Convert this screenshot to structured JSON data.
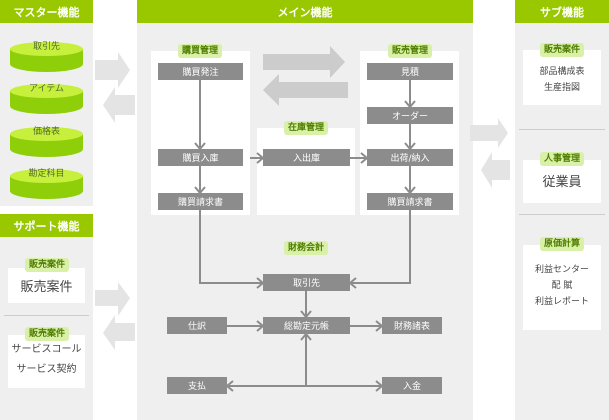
{
  "master": {
    "title": "マスター機能",
    "items": [
      "取引先",
      "アイテム",
      "価格表",
      "勘定科目"
    ]
  },
  "support": {
    "title": "サポート機能",
    "groups": [
      {
        "tag": "販売案件",
        "lines": [
          "販売案件"
        ]
      },
      {
        "tag": "販売案件",
        "lines": [
          "サービスコール",
          "サービス契約"
        ]
      }
    ]
  },
  "main": {
    "title": "メイン機能",
    "purchasing": {
      "tag": "購買管理",
      "boxes": [
        "購買発注",
        "購買入庫",
        "購買請求書"
      ]
    },
    "inventory": {
      "tag": "在庫管理",
      "boxes": [
        "入出庫"
      ]
    },
    "sales": {
      "tag": "販売管理",
      "boxes": [
        "見積",
        "オーダー",
        "出荷/納入",
        "購買請求書"
      ]
    },
    "finance": {
      "tag": "財務会計",
      "boxes": [
        "取引先",
        "仕訳",
        "総勘定元帳",
        "財務諸表",
        "支払",
        "入金"
      ]
    }
  },
  "sub": {
    "title": "サブ機能",
    "groups": [
      {
        "tag": "販売案件",
        "lines": [
          "部品構成表",
          "生産指図"
        ]
      },
      {
        "tag": "人事管理",
        "lines": [
          "従業員"
        ]
      },
      {
        "tag": "原価計算",
        "lines": [
          "利益センター",
          "配 賦",
          "利益レポート"
        ]
      }
    ]
  },
  "colors": {
    "accent": "#99c800",
    "box": "#8c8c8c",
    "panel": "#efefef",
    "tag": "#d9f0a8"
  }
}
